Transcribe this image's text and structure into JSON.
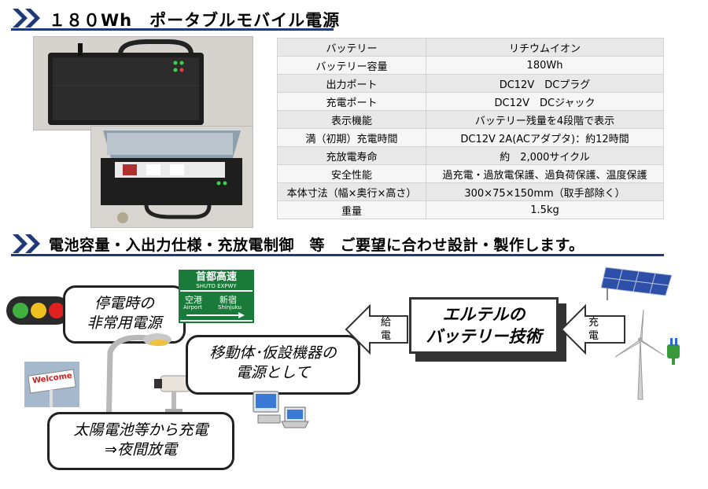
{
  "header1": {
    "title": "１８０Wh　ポータブルモバイル電源"
  },
  "spec_table": {
    "rows": [
      {
        "label": "バッテリー",
        "value": "リチウムイオン"
      },
      {
        "label": "バッテリー容量",
        "value": "180Wh"
      },
      {
        "label": "出力ポート",
        "value": "DC12V　DCプラグ"
      },
      {
        "label": "充電ポート",
        "value": "DC12V　DCジャック"
      },
      {
        "label": "表示機能",
        "value": "バッテリー残量を4段階で表示"
      },
      {
        "label": "満（初期）充電時間",
        "value": "DC12V 2A(ACアダプタ)：約12時間"
      },
      {
        "label": "充放電寿命",
        "value": "約　2,000サイクル"
      },
      {
        "label": "安全性能",
        "value": "過充電・過放電保護、過負荷保護、温度保護"
      },
      {
        "label": "本体寸法（幅×奥行×高さ）",
        "value": "300×75×150mm（取手部除く）"
      },
      {
        "label": "重量",
        "value": "1.5kg"
      }
    ]
  },
  "header2": {
    "title": "電池容量・入出力仕様・充放電制御　等　ご要望に合わせ設計・製作します。"
  },
  "diagram": {
    "center_line1": "エルテルの",
    "center_line2": "バッテリー技術",
    "supply_line1": "給",
    "supply_line2": "電",
    "charge_line1": "充",
    "charge_line2": "電",
    "bubble_outage_line1": "停電時の",
    "bubble_outage_line2": "非常用電源",
    "bubble_mobile_line1": "移動体･仮設機器の",
    "bubble_mobile_line2": "電源として",
    "bubble_solar_line1": "太陽電池等から充電",
    "bubble_solar_line2": "⇒夜間放電",
    "sign_line1": "首都高速",
    "sign_line2": "SHUTO EXPWY",
    "sign_left_jp": "空港",
    "sign_left_en": "Airport",
    "sign_right_jp": "新宿",
    "sign_right_en": "Shinjuku",
    "welcome_text": "Welcome"
  },
  "colors": {
    "header_rule": "#1f3a78",
    "chevron": "#1f3a78",
    "sign_green": "#1a7a3a",
    "traffic_red": "#e02020",
    "traffic_yellow": "#f0c020",
    "traffic_green": "#40b040"
  }
}
